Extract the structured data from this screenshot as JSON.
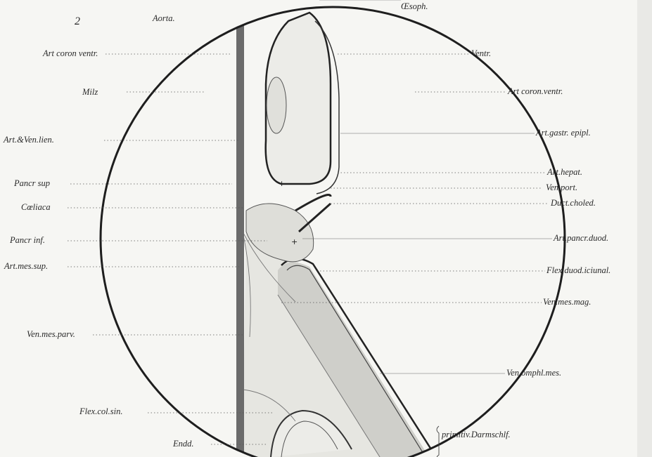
{
  "figure_number": "2",
  "labels_left": {
    "art_coron_ventr": "Art coron ventr.",
    "milz": "Milz",
    "art_ven_lien": "Art.&Ven.lien.",
    "pancr_sup": "Pancr sup",
    "coeliaca": "Cœliaca",
    "pancr_inf": "Pancr inf.",
    "art_mes_sup": "Art.mes.sup.",
    "ven_mes_parv": "Ven.mes.parv.",
    "flex_col_sin": "Flex.col.sin.",
    "endd": "Endd."
  },
  "labels_top": {
    "aorta": "Aorta.",
    "oesoph": "Œsoph."
  },
  "labels_right": {
    "ventr": "Ventr.",
    "art_coron_ventr": "Art coron.ventr.",
    "art_gastr_epipl": "Art.gastr. epipl.",
    "art_hepat": "Art.hepat.",
    "ven_port": "Ven.port.",
    "duct_choled": "Duct.choled.",
    "art_pancr_duod": "Art.pancr.duod.",
    "flex_duod_iciunal": "Flex.duod.iciunal.",
    "ven_mes_mag": "Ven.mes.mag.",
    "ven_omphl_mes": "Ven.omphl.mes.",
    "primitiv_darmschlf": "primitiv.Darmschlf."
  },
  "colors": {
    "outline": "#1e1e1e",
    "aorta": "#6b6b6b",
    "gut_shade": "#c9c9c4",
    "mesentery": "#e3e3de",
    "paper": "#f6f6f3"
  }
}
